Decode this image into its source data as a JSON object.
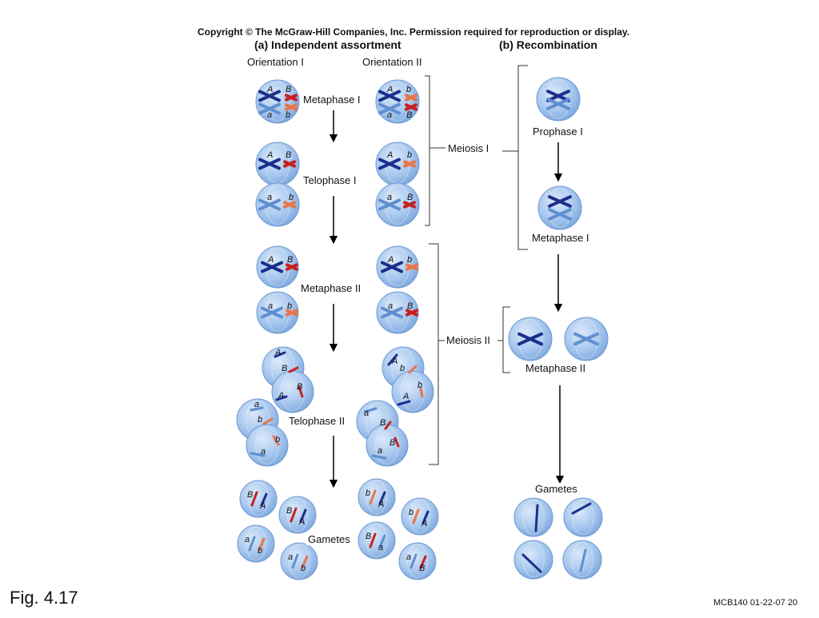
{
  "copyright": "Copyright © The McGraw-Hill Companies, Inc. Permission required for reproduction or display.",
  "panel_a": {
    "title": "(a)  Independent assortment",
    "orientation_1": "Orientation I",
    "orientation_2": "Orientation II",
    "stages": {
      "metaphase1": "Metaphase I",
      "telophase1": "Telophase I",
      "metaphase2": "Metaphase II",
      "telophase2": "Telophase II",
      "gametes": "Gametes"
    },
    "alleles": {
      "A": "A",
      "a": "a",
      "B": "B",
      "b": "b"
    }
  },
  "panel_b": {
    "title": "(b)  Recombination",
    "stages": {
      "prophase1": "Prophase I",
      "metaphase1": "Metaphase I",
      "metaphase2": "Metaphase II",
      "gametes": "Gametes"
    }
  },
  "brackets": {
    "meiosis1": "Meiosis I",
    "meiosis2": "Meiosis II"
  },
  "figure_label": "Fig. 4.17",
  "footer": "MCB140 01-22-07 20",
  "colors": {
    "cell_fill": "#9fc3ec",
    "cell_edge": "#6f9bd3",
    "dark_chromosome": "#1a2f8c",
    "light_chromosome": "#5f8fd0",
    "red_chromosome": "#c8201e",
    "orange_chromosome": "#e8744a"
  }
}
